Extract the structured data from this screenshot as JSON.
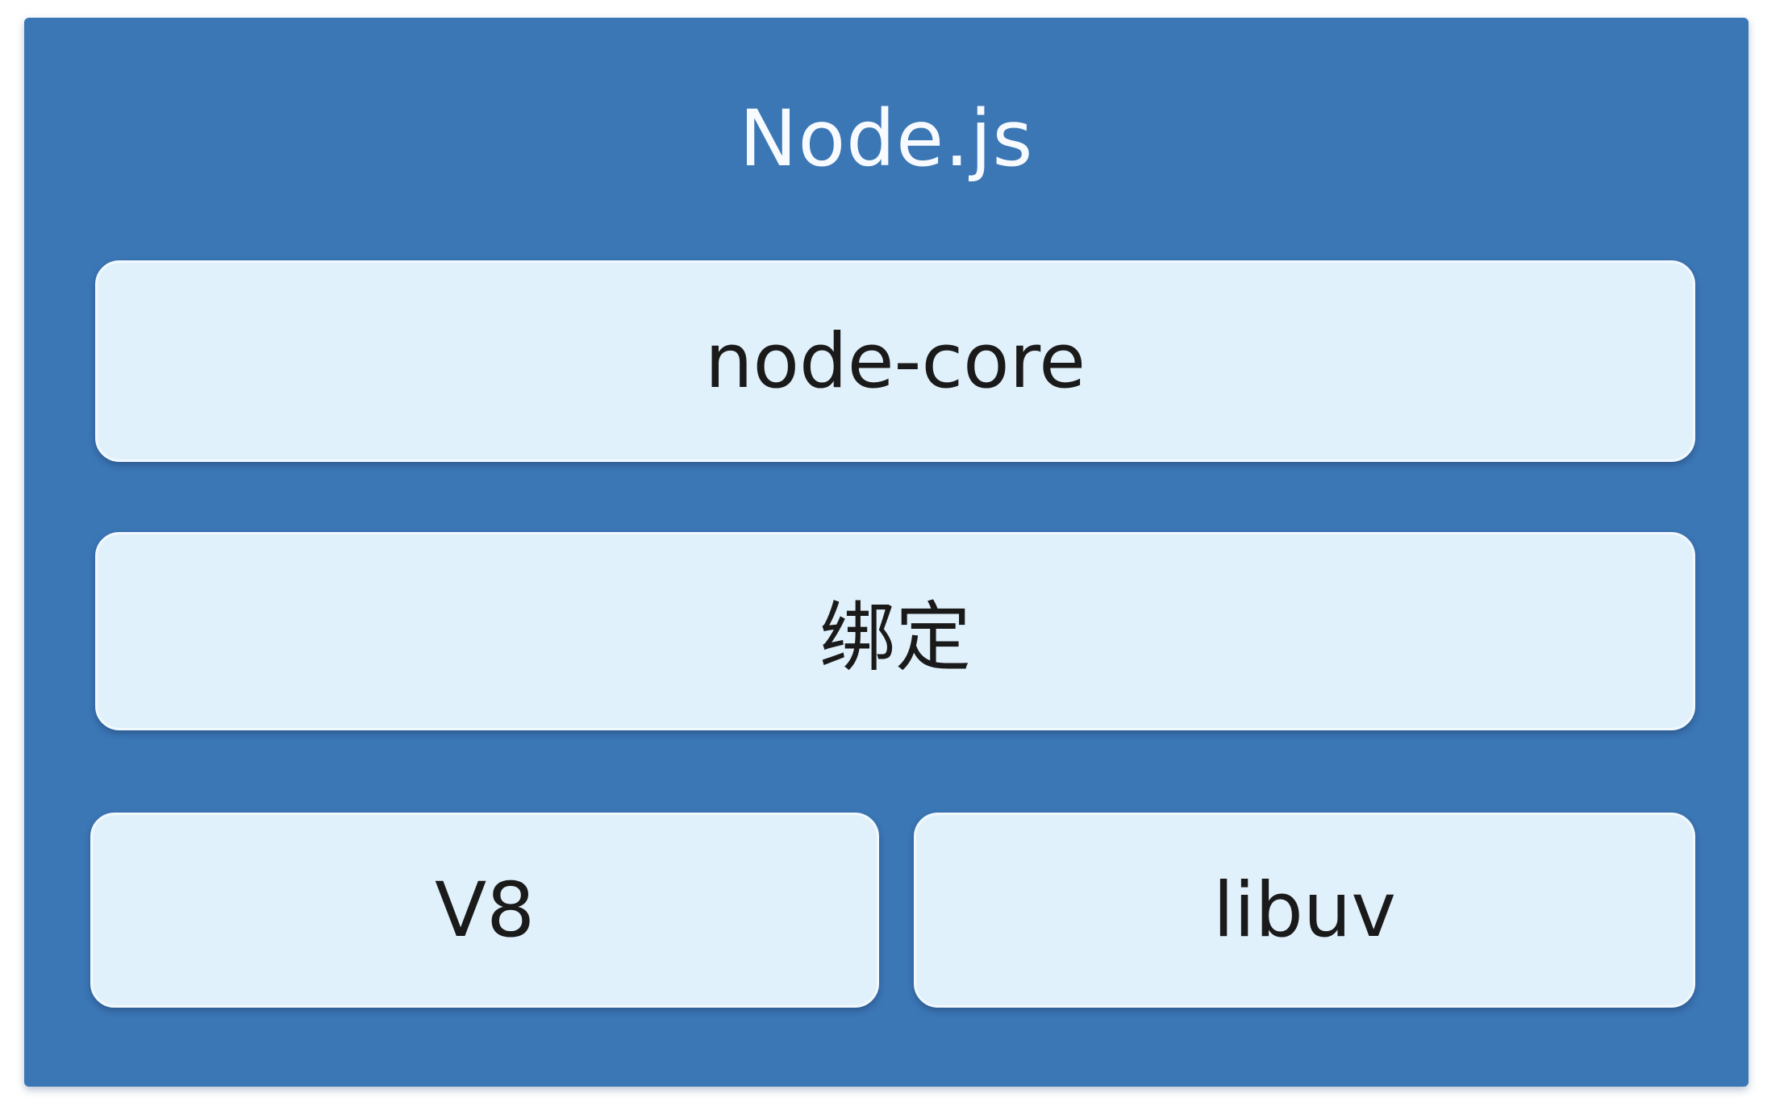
{
  "diagram": {
    "title": "Node.js",
    "layers": {
      "node_core": {
        "label": "node-core"
      },
      "binding": {
        "label": "绑定"
      },
      "v8": {
        "label": "V8"
      },
      "libuv": {
        "label": "libuv"
      }
    },
    "colors": {
      "container_fill": "#3B76B5",
      "box_fill": "#E1F1FB",
      "box_text": "#1A1A1A",
      "title_text": "#F7FBFF",
      "page_background": "#FFFFFF"
    }
  }
}
